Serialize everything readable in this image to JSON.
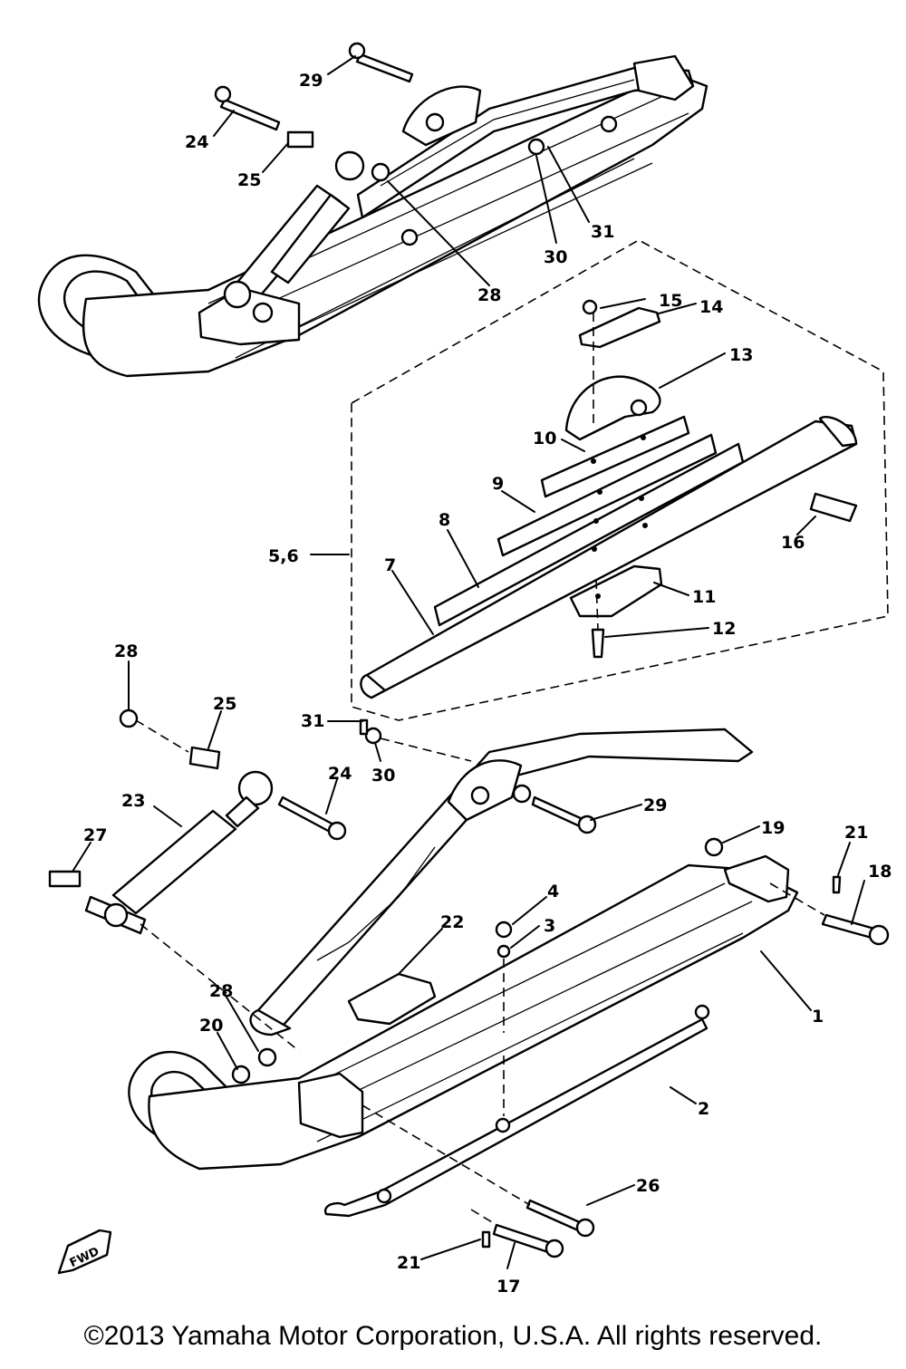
{
  "callouts": {
    "c29_top": "29",
    "c24_top": "24",
    "c25_top": "25",
    "c28_top": "28",
    "c30_top": "30",
    "c31_top": "31",
    "c15": "15",
    "c14": "14",
    "c13": "13",
    "c10": "10",
    "c9": "9",
    "c8": "8",
    "c7": "7",
    "c5_6": "5,6",
    "c16": "16",
    "c11": "11",
    "c12": "12",
    "c28_a": "28",
    "c25_b": "25",
    "c31_b": "31",
    "c30_b": "30",
    "c24_b": "24",
    "c23": "23",
    "c27": "27",
    "c29_b": "29",
    "c19": "19",
    "c21_a": "21",
    "c18": "18",
    "c4": "4",
    "c3": "3",
    "c22": "22",
    "c1": "1",
    "c28_b": "28",
    "c20": "20",
    "c2": "2",
    "c26": "26",
    "c21_b": "21",
    "c17": "17"
  },
  "fwd_label": "FWD",
  "copyright": "©2013 Yamaha Motor Corporation, U.S.A. All rights reserved."
}
